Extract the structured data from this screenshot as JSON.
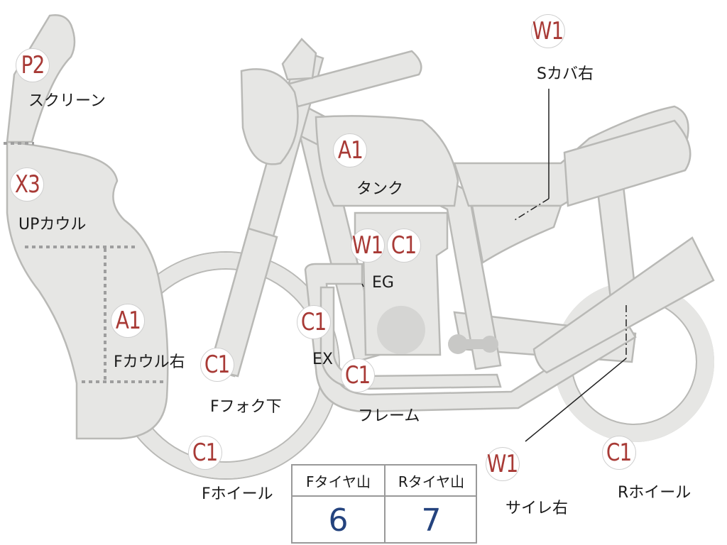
{
  "components": {
    "screen": {
      "grade": "P2",
      "name": "スクリーン"
    },
    "upper_cowl": {
      "grade": "X3",
      "name": "UPカウル"
    },
    "front_cowl_right": {
      "grade": "A1",
      "name": "Fカウル右"
    },
    "front_fork_lower": {
      "grade": "C1",
      "name": "Fフォク下"
    },
    "front_wheel": {
      "grade": "C1",
      "name": "Fホイール"
    },
    "tank": {
      "grade": "A1",
      "name": "タンク"
    },
    "engine": {
      "grade_1": "W1",
      "grade_2": "C1",
      "name": "EG"
    },
    "exhaust": {
      "grade": "C1",
      "name": "EX"
    },
    "frame": {
      "grade": "C1",
      "name": "フレーム"
    },
    "side_cover_right": {
      "grade": "W1",
      "name": "Sカバ右"
    },
    "silencer_right": {
      "grade": "W1",
      "name": "サイレ右"
    },
    "rear_wheel": {
      "grade": "C1",
      "name": "Rホイール"
    }
  },
  "tire_table": {
    "front": {
      "header": "Fタイヤ山",
      "value": "6"
    },
    "rear": {
      "header": "Rタイヤ山",
      "value": "7"
    }
  }
}
